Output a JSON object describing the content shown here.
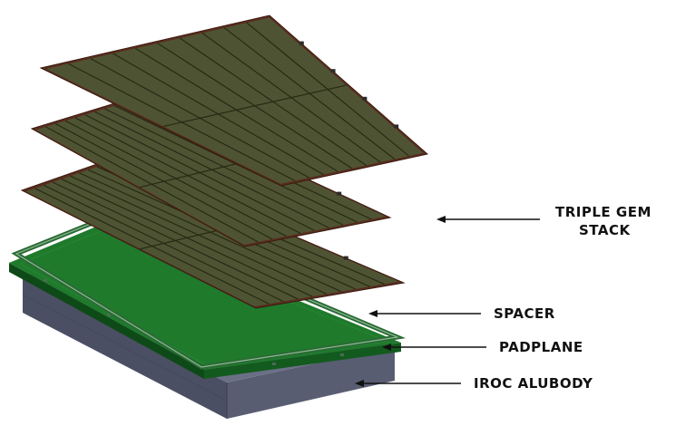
{
  "labels": {
    "triple_gem_line1": "TRIPLE GEM",
    "triple_gem_line2": "STACK",
    "spacer": "SPACER",
    "padplane": "PADPLANE",
    "iroc_alubody": "IROC ALUBODY"
  },
  "colors": {
    "background": "#ffffff",
    "gem_foil": "#4e5433",
    "gem_grid": "#262a14",
    "gem_frame": "#5a2d1e",
    "padplane": "#1f7a2c",
    "padplane_edge": "#0e4a17",
    "alubody_top": "#6a6f86",
    "alubody_front": "#4b4f63",
    "alubody_side": "#585d72",
    "arrow": "#111111"
  },
  "icons": {
    "arrow": "arrow-left-icon"
  }
}
